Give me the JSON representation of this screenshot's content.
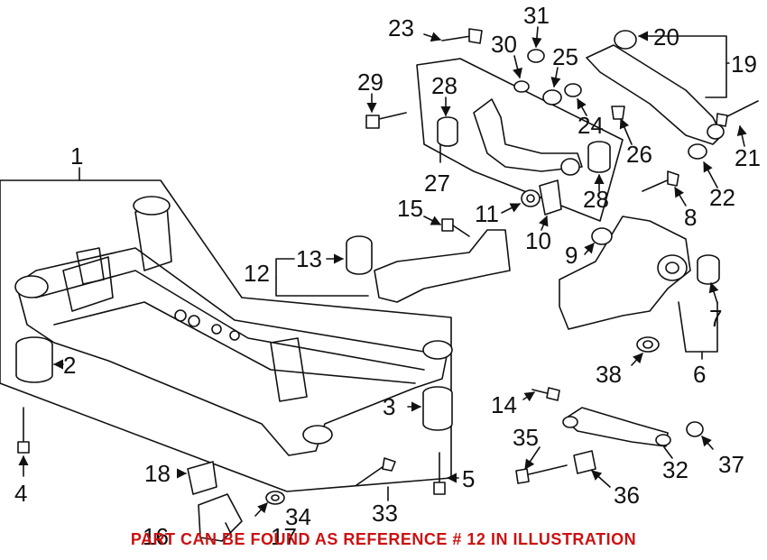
{
  "callouts": {
    "c1": "1",
    "c2": "2",
    "c3": "3",
    "c4": "4",
    "c5": "5",
    "c6": "6",
    "c7": "7",
    "c8": "8",
    "c9": "9",
    "c10": "10",
    "c11": "11",
    "c12": "12",
    "c13": "13",
    "c14": "14",
    "c15": "15",
    "c16": "16",
    "c17": "17",
    "c18": "18",
    "c19": "19",
    "c20": "20",
    "c21": "21",
    "c22": "22",
    "c23": "23",
    "c24": "24",
    "c25": "25",
    "c26": "26",
    "c27": "27",
    "c28a": "28",
    "c28b": "28",
    "c29": "29",
    "c30": "30",
    "c31": "31",
    "c32": "32",
    "c33": "33",
    "c34": "34",
    "c35": "35",
    "c36": "36",
    "c37": "37",
    "c38": "38"
  },
  "footer": {
    "note": "PART CAN BE FOUND AS REFERENCE # 12 IN ILLUSTRATION",
    "color": "#cc1111"
  }
}
